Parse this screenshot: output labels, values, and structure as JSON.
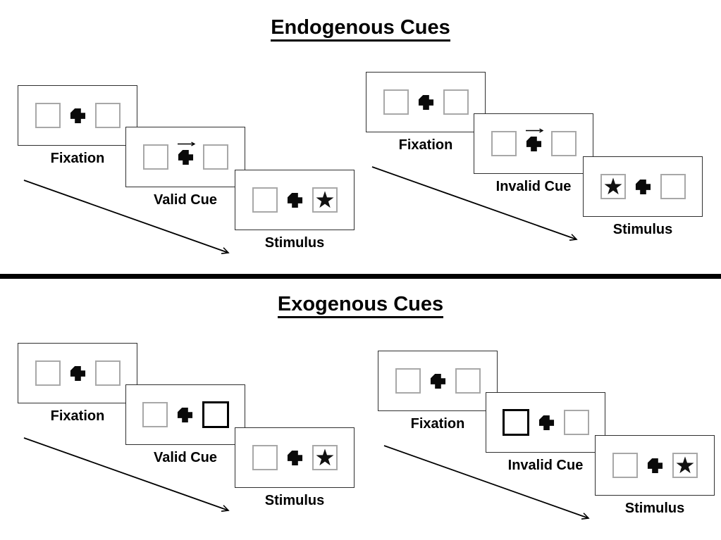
{
  "sections": {
    "endogenous": {
      "title": "Endogenous Cues"
    },
    "exogenous": {
      "title": "Exogenous Cues"
    }
  },
  "colors": {
    "background": "#ffffff",
    "panel_border": "#2f2f2f",
    "placeholder_box_border": "#a8a8a8",
    "bold_cue_box_border": "#000000",
    "symbol": "#111111",
    "divider": "#000000",
    "text": "#000000"
  },
  "icons": {
    "plus": "fixation-cross-icon",
    "star": "target-star-icon",
    "cue_arrow": "right-arrow-icon",
    "timeline_arrow": "diagonal-time-arrow-icon"
  },
  "sequences": [
    {
      "id": "endogenous-valid",
      "labels": {
        "fixation": "Fixation",
        "cue": "Valid Cue",
        "stimulus": "Stimulus"
      },
      "cue": {
        "style": "arrow-right"
      },
      "stimulus": {
        "star_side": "right"
      }
    },
    {
      "id": "endogenous-invalid",
      "labels": {
        "fixation": "Fixation",
        "cue": "Invalid Cue",
        "stimulus": "Stimulus"
      },
      "cue": {
        "style": "arrow-right"
      },
      "stimulus": {
        "star_side": "left"
      }
    },
    {
      "id": "exogenous-valid",
      "labels": {
        "fixation": "Fixation",
        "cue": "Valid Cue",
        "stimulus": "Stimulus"
      },
      "cue": {
        "style": "bold-box",
        "bold_side": "right"
      },
      "stimulus": {
        "star_side": "right"
      }
    },
    {
      "id": "exogenous-invalid",
      "labels": {
        "fixation": "Fixation",
        "cue": "Invalid Cue",
        "stimulus": "Stimulus"
      },
      "cue": {
        "style": "bold-box",
        "bold_side": "left"
      },
      "stimulus": {
        "star_side": "right"
      }
    }
  ]
}
